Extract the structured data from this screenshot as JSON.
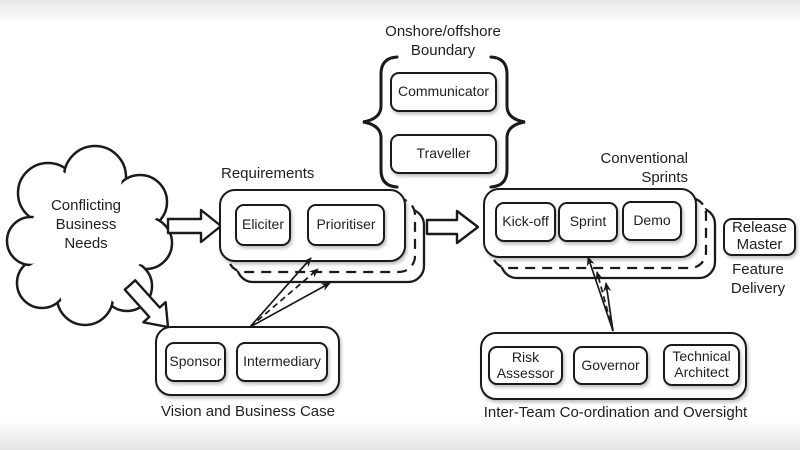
{
  "cloud": {
    "line1": "Conflicting",
    "line2": "Business",
    "line3": "Needs"
  },
  "onshore": {
    "label1": "Onshore/offshore",
    "label2": "Boundary",
    "communicator": "Communicator",
    "traveller": "Traveller"
  },
  "requirements": {
    "label": "Requirements",
    "eliciter": "Eliciter",
    "prioritiser": "Prioritiser"
  },
  "sprints": {
    "label1": "Conventional",
    "label2": "Sprints",
    "kickoff": "Kick-off",
    "sprint": "Sprint",
    "demo": "Demo"
  },
  "release": {
    "line1": "Release",
    "line2": "Master",
    "note1": "Feature",
    "note2": "Delivery"
  },
  "vision": {
    "label": "Vision and Business Case",
    "sponsor": "Sponsor",
    "intermediary": "Intermediary"
  },
  "oversight": {
    "label": "Inter-Team Co-ordination and Oversight",
    "risk1": "Risk",
    "risk2": "Assessor",
    "governor": "Governor",
    "architect1": "Technical",
    "architect2": "Architect"
  },
  "colors": {
    "stroke": "#1a1a1a",
    "background": "#ffffff"
  }
}
